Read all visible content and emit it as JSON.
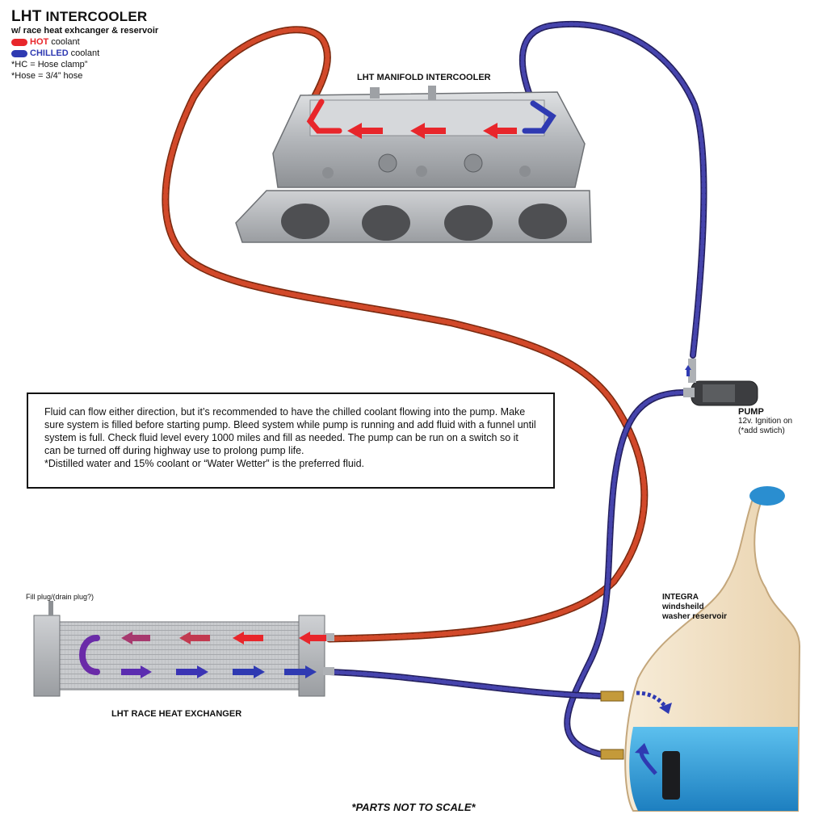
{
  "header": {
    "title_prefix": "LHT",
    "title_main": "INTERCOOLER",
    "subtitle": "w/ race heat exhcanger & reservoir"
  },
  "legend": {
    "hot": {
      "key": "HOT",
      "text": "coolant",
      "color": "#e8262b"
    },
    "chilled": {
      "key": "CHILLED",
      "text": "coolant",
      "color": "#2f3ab2"
    }
  },
  "notes": [
    "*HC = Hose clamp”",
    "*Hose = 3/4” hose"
  ],
  "labels": {
    "manifold": "LHT MANIFOLD INTERCOOLER",
    "pump_title": "PUMP",
    "pump_line1": "12v. Ignition on",
    "pump_line2": "(*add swtich)",
    "reservoir_line1": "INTEGRA",
    "reservoir_line2": "windsheild",
    "reservoir_line3": "washer reservoir",
    "fill_plug": "Fill plug/(drain plug?)",
    "heat_exchanger": "LHT RACE HEAT EXCHANGER"
  },
  "description": {
    "paragraph": "Fluid can flow either direction, but it’s recommended to have the chilled coolant flowing into the pump. Make sure system is filled before starting pump. Bleed system while pump is running and add fluid with a funnel until system is full. Check fluid level every 1000 miles and fill as needed. The pump can be run on a switch so it can be turned off during highway use to prolong pump life.",
    "fluid_note": "*Distilled water and 15% coolant or “Water Wetter” is the preferred fluid."
  },
  "footer": "*PARTS NOT TO SCALE*",
  "colors": {
    "hot_hose": "#c8431f",
    "chilled_hose": "#3b3a9a",
    "aluminum": "#b9bcc0",
    "reservoir_fluid": "#2f9ed8",
    "reservoir_body": "#f3e3c9"
  }
}
